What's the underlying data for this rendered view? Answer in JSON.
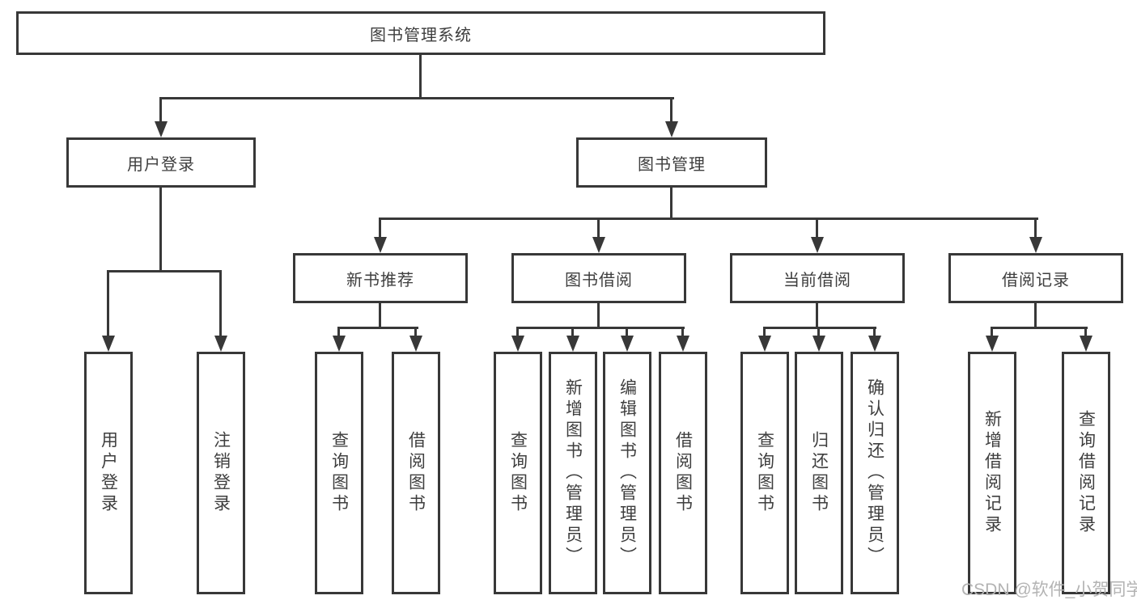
{
  "diagram": {
    "root": {
      "label": "图书管理系统"
    },
    "level2": [
      {
        "label": "用户登录"
      },
      {
        "label": "图书管理"
      }
    ],
    "level3": [
      {
        "label": "新书推荐"
      },
      {
        "label": "图书借阅"
      },
      {
        "label": "当前借阅"
      },
      {
        "label": "借阅记录"
      }
    ],
    "leaves": {
      "user_login": [
        "用户登录",
        "注销登录"
      ],
      "new_book": [
        "查询图书",
        "借阅图书"
      ],
      "borrow": [
        "查询图书",
        "新增图书（管理员）",
        "编辑图书（管理员）",
        "借阅图书"
      ],
      "current": [
        "查询图书",
        "归还图书",
        "确认归还（管理员）"
      ],
      "records": [
        "新增借阅记录",
        "查询借阅记录"
      ]
    }
  },
  "watermark": "CSDN @软件_小贺同学",
  "colors": {
    "line": "#383838",
    "text": "#3e3e3e",
    "watermark": "#b3b3b3",
    "background": "#ffffff"
  }
}
